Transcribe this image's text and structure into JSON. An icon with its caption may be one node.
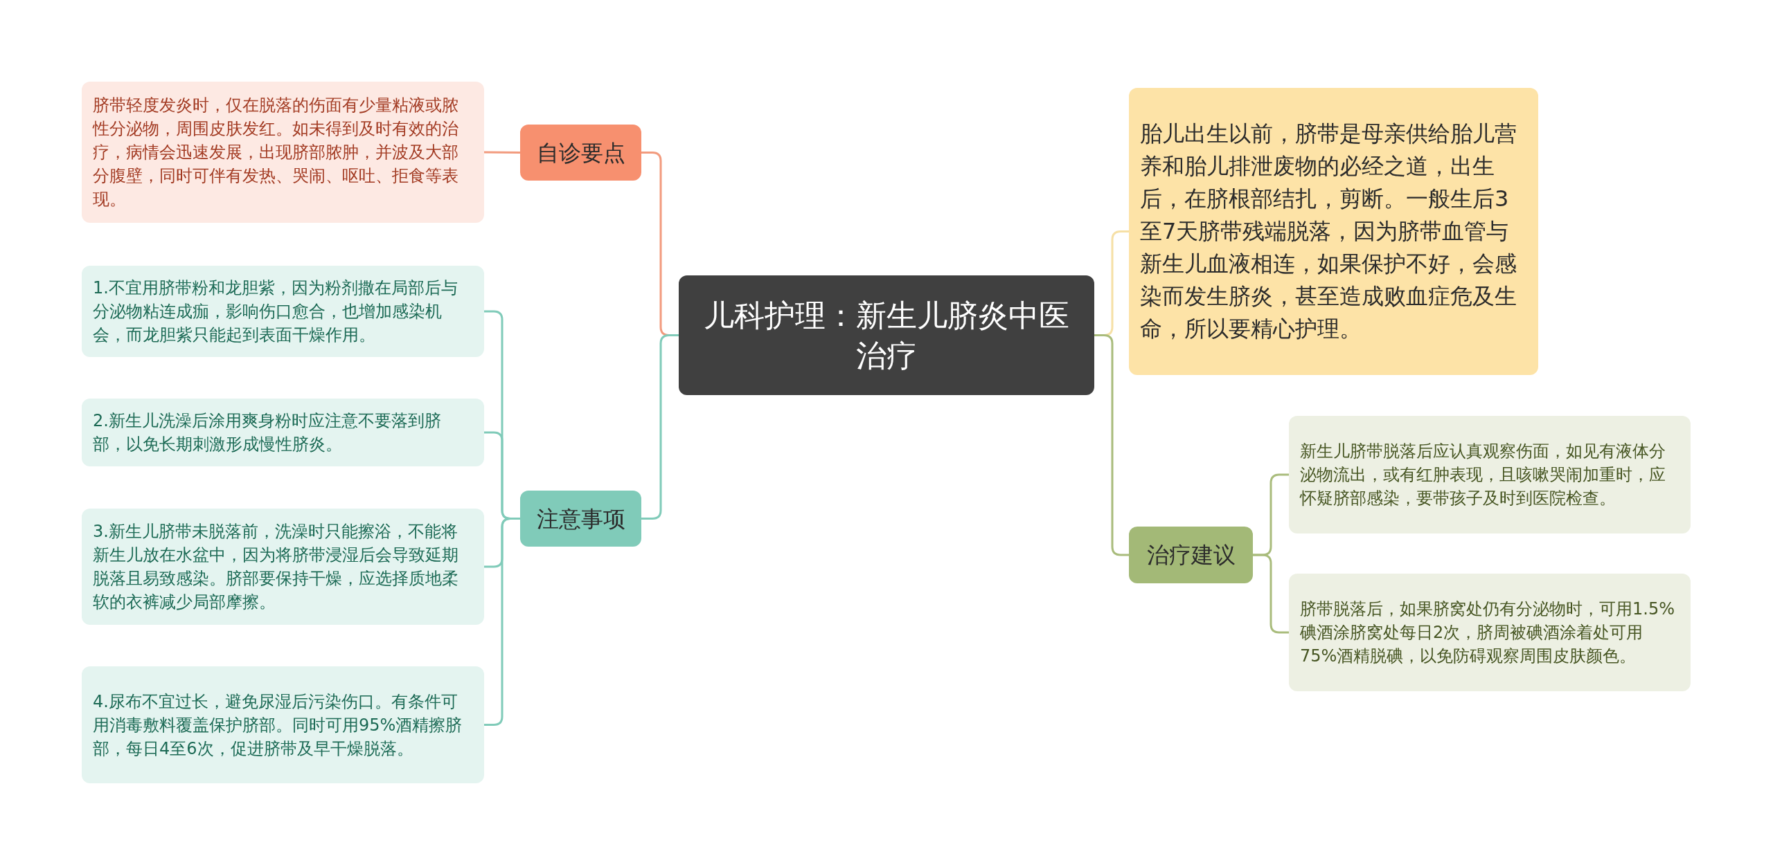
{
  "diagram": {
    "nodes": [
      {
        "text": [
          "儿科护理：新生儿脐炎中医治疗"
        ]
      },
      {
        "text": [
          "自诊要点"
        ]
      },
      {
        "text": [
          "脐带轻度发炎时，仅在脱落的伤面有少量粘液或脓性分泌物，周围皮肤发红。如未得到及时有效的治疗，病情会迅速发展，出现脐部脓肿，并波及大部分腹壁，同时可伴有发热、哭闹、呕吐、拒食等表现。"
        ]
      },
      {
        "text": [
          "注意事项"
        ]
      },
      {
        "text": [
          "1.不宜用脐带粉和龙胆紫，因为粉剂撒在局部后与分泌物粘连成痂，影响伤口愈合，也增加感染机会，而龙胆紫只能起到表面干燥作用。"
        ]
      },
      {
        "text": [
          "2.新生儿洗澡后涂用爽身粉时应注意不要落到脐部，以免长期刺激形成慢性脐炎。"
        ]
      },
      {
        "text": [
          "3.新生儿脐带未脱落前，洗澡时只能擦浴，不能将新生儿放在水盆中，因为将脐带浸湿后会导致延期脱落且易致感染。脐部要保持干燥，应选择质地柔软的衣裤减少局部摩擦。"
        ]
      },
      {
        "text": [
          "4.尿布不宜过长，避免尿湿后污染伤口。有条件可用消毒敷料覆盖保护脐部。同时可用95%酒精擦脐部，每日4至6次，促进脐带及早干燥脱落。"
        ]
      },
      {
        "text": [
          "胎儿出生以前，脐带是母亲供给胎儿营养和胎儿排泄废物的必经之道，出生后，在脐根部结扎，剪断。一般生后3至7天脐带残端脱落，因为脐带血管与新生儿血液相连，如果保护不好，会感染而发生脐炎，甚至造成败血症危及生命，所以要精心护理。"
        ]
      },
      {
        "text": [
          "治疗建议"
        ]
      },
      {
        "text": [
          "新生儿脐带脱落后应认真观察伤面，如见有液体分泌物流出，或有红肿表现，且咳嗽哭闹加重时，应怀疑脐部感染，要带孩子及时到医院检查。"
        ]
      },
      {
        "text": [
          "脐带脱落后，如果脐窝处仍有分泌物时，可用1.5%碘酒涂脐窝处每日2次，脐周被碘酒涂着处可用75%酒精脱碘，以免防碍观察周围皮肤颜色。"
        ]
      }
    ],
    "edges": [
      {
        "from": 0,
        "to": 1,
        "arrow": "none",
        "color": "#f29b7e"
      },
      {
        "from": 1,
        "to": 2,
        "arrow": "none",
        "color": "#f29b7e"
      },
      {
        "from": 0,
        "to": 3,
        "arrow": "none"
      },
      {
        "from": 3,
        "to": 4,
        "arrow": "none"
      },
      {
        "from": 3,
        "to": 5,
        "arrow": "none"
      },
      {
        "from": 3,
        "to": 6,
        "arrow": "none"
      },
      {
        "from": 3,
        "to": 7,
        "arrow": "none"
      },
      {
        "from": 0,
        "to": 8,
        "arrow": "none",
        "color": "#f6e0a6"
      },
      {
        "from": 0,
        "to": 9,
        "arrow": "none",
        "color": "#a9bc7c"
      },
      {
        "from": 9,
        "to": 10,
        "arrow": "none",
        "color": "#a9bc7c"
      },
      {
        "from": 9,
        "to": 11,
        "arrow": "none",
        "color": "#a9bc7c"
      }
    ]
  }
}
